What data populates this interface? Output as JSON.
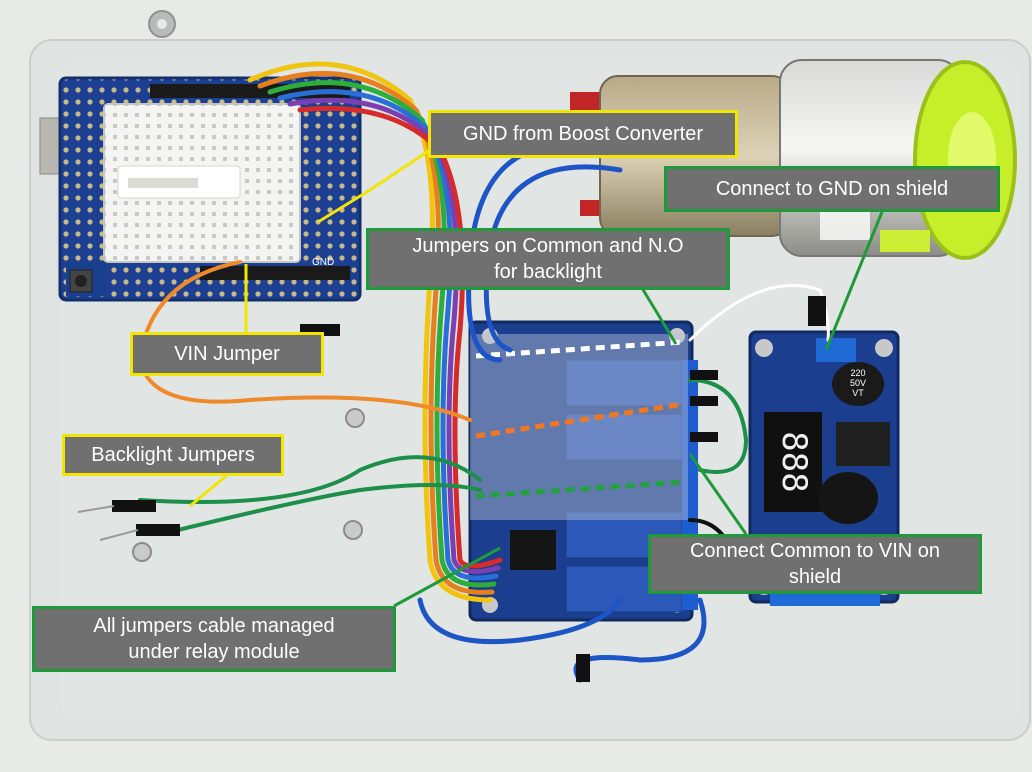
{
  "annotations": {
    "gnd_boost": "GND from Boost Converter",
    "gnd_shield": "Connect to GND on shield",
    "jumpers_common": "Jumpers on Common and N.O\nfor backlight",
    "vin_jumper": "VIN Jumper",
    "backlight_jumpers": "Backlight Jumpers",
    "common_vin": "Connect Common to VIN on\nshield",
    "cable_managed": "All jumpers cable managed\nunder relay module"
  },
  "module_markings": {
    "capacitor": "220\n50V\nVT",
    "display": "888",
    "shield_gnd": "GND"
  },
  "colors": {
    "yellow_border": "#f2e600",
    "green_border": "#1f9a3a",
    "callout_bg": "#707070",
    "pcb_blue": "#1b3f8f"
  }
}
